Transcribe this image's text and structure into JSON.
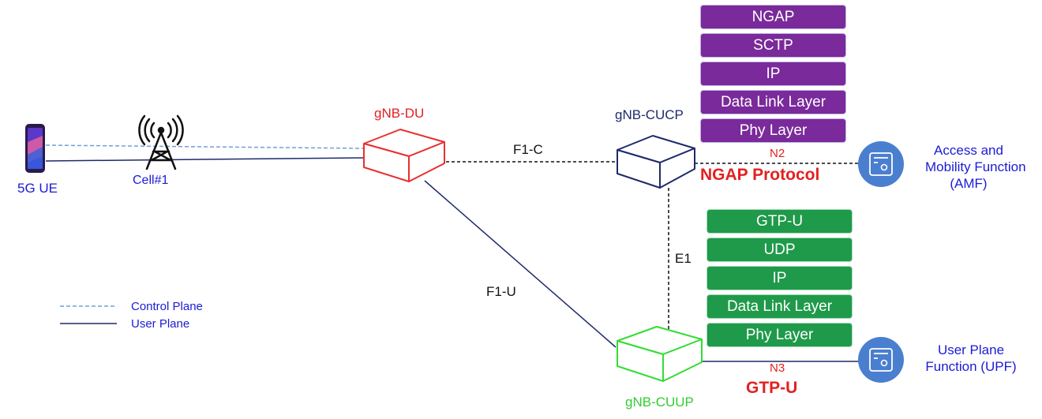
{
  "nodes": {
    "ue": "5G UE",
    "cell": "Cell#1",
    "du": "gNB-DU",
    "cucp": "gNB-CUCP",
    "cuup": "gNB-CUUP",
    "amf": [
      "Access and",
      "Mobility Function",
      "(AMF)"
    ],
    "upf": [
      "User Plane",
      "Function (UPF)"
    ]
  },
  "interfaces": {
    "f1c": "F1-C",
    "f1u": "F1-U",
    "e1": "E1",
    "n2": "N2",
    "n3": "N3",
    "n2_protocol": "NGAP Protocol",
    "n3_protocol": "GTP-U"
  },
  "stacks": {
    "control": [
      "NGAP",
      "SCTP",
      "IP",
      "Data Link  Layer",
      "Phy Layer"
    ],
    "user": [
      "GTP-U",
      "UDP",
      "IP",
      "Data Link  Layer",
      "Phy Layer"
    ]
  },
  "legend": {
    "control_plane": "Control Plane",
    "user_plane": "User Plane"
  },
  "colors": {
    "navy": "#1f2a6b",
    "dashed_blue": "#6fa0d8",
    "du_red": "#e83030",
    "cuup_green": "#33dd33",
    "label_blue": "#1b1bd6",
    "protocol_red": "#e32020",
    "function_circle": "#4a7fd0",
    "stack_purple": "#7a2a9a",
    "stack_green": "#1f9a4a"
  }
}
